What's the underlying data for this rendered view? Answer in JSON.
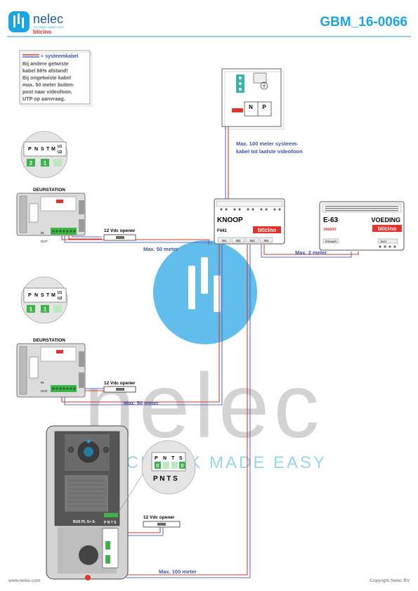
{
  "header": {
    "logo_text": "nelec",
    "logo_tagline": "TECHNIEK MADE EASY",
    "brand": "bticino",
    "doc_code": "GBM_16-0066"
  },
  "legend": {
    "title": "= systeemkabel",
    "lines": [
      "Bij andere getwiste",
      "kabel 66% afstand!",
      "Bij ongetwiste kabel",
      "max. 50 meter buiten-",
      "post naar videofoon.",
      "UTP op aanvraag."
    ]
  },
  "videophone": {
    "nppanel": [
      "N",
      "P"
    ],
    "note_lines": [
      "Max. 100 meter systeem-",
      "kabel tot laatste videofoon"
    ]
  },
  "knoop": {
    "title": "KNOOP",
    "model": "F441",
    "brand": "bticino",
    "ports": [
      "IN1",
      "IN2",
      "IN3",
      "IN4"
    ]
  },
  "voeding": {
    "code": "E-63",
    "title": "VOEDING",
    "model": "346000",
    "brand": "bticino",
    "primair": "PRIMAIR",
    "bus": "BUS"
  },
  "station1": {
    "label": "DEURSTATION",
    "terminals": [
      "P",
      "N",
      "S",
      "T",
      "M",
      "U1",
      "U2"
    ],
    "dip_values": [
      "2",
      "1"
    ],
    "opener_label": "12 Vdc opener",
    "dist_label": "Max. 50 meter",
    "in_label": "IN",
    "out_label": "OUT"
  },
  "station2": {
    "label": "DEURSTATION",
    "terminals": [
      "P",
      "N",
      "S",
      "T",
      "M",
      "U1",
      "U2"
    ],
    "dip_values": [
      "1",
      "1"
    ],
    "opener_label": "12 Vdc opener",
    "dist_label": "Max. 50 meter",
    "in_label": "IN",
    "out_label": "OUT"
  },
  "station3": {
    "zoom_terminals": [
      "P",
      "N",
      "T",
      "S"
    ],
    "zoom_values": [
      "0",
      "0"
    ],
    "zoom_caption": "P N T S",
    "opener_label": "12 Vdc opener",
    "dist_label": "Max. 100 meter",
    "bus_caption": "BUS  PL  S+  S-",
    "pnts_caption": "P N T S"
  },
  "knoop_dist": "Max. 2 meter",
  "watermark": {
    "word": "nelec",
    "tagline": "TECHNIEK MADE EASY"
  },
  "footer": {
    "left": "www.nelec.com",
    "right": "Copyright Nelec BV"
  },
  "colors": {
    "accent": "#1aa6e6",
    "cable_red": "#d8392b",
    "cable_blue": "#5a6ed0",
    "label_blue": "#3b55a8",
    "brand_red": "#e5322d"
  }
}
